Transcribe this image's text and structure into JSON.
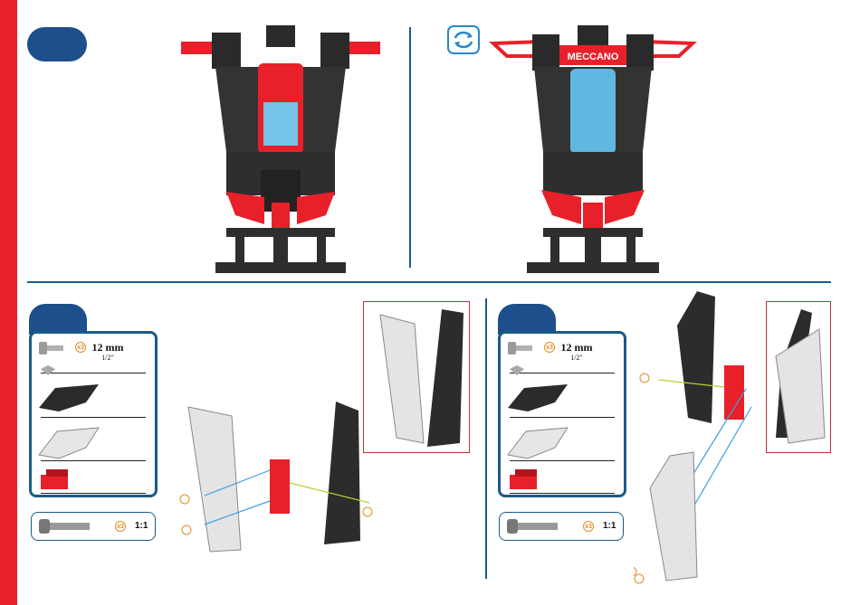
{
  "panels": {
    "middle_left": {
      "screw_length_mm": "12 mm",
      "screw_length_in": "1/2\"",
      "screw_qty": "x3",
      "scale_qty": "x3",
      "scale_label": "1:1"
    },
    "middle_right": {
      "screw_length_mm": "12 mm",
      "screw_length_in": "1/2\"",
      "screw_qty": "x3",
      "scale_qty": "x3",
      "scale_label": "1:1"
    }
  },
  "brand": "MECCANO",
  "colors": {
    "accent_red": "#e8202a",
    "step_blue": "#1c4f8c",
    "divider": "#1c5a86",
    "callout_orange": "#e58a1e",
    "detail_border": "#b5333a"
  },
  "icons": {
    "rotate": "rotate-arrows-icon",
    "screw": "screw-icon",
    "nut": "nut-icon",
    "bracket": "bracket-icon"
  }
}
